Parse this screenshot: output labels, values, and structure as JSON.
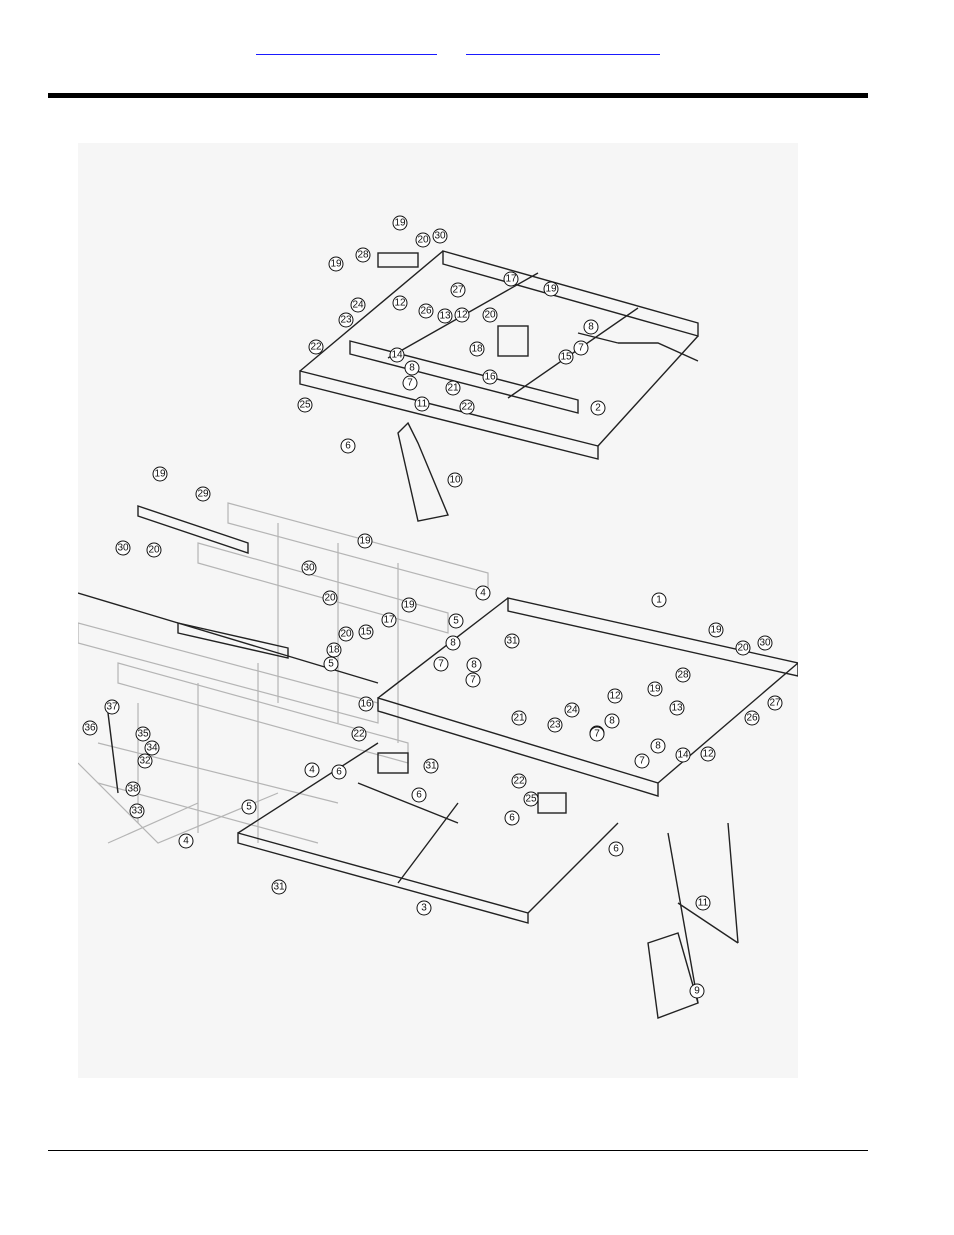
{
  "header": {
    "links": [
      {
        "label": ""
      },
      {
        "label": ""
      }
    ]
  },
  "figure": {
    "callouts_upper": [
      "19",
      "28",
      "20",
      "30",
      "19",
      "27",
      "17",
      "19",
      "26",
      "24",
      "12",
      "13",
      "12",
      "20",
      "8",
      "23",
      "18",
      "7",
      "22",
      "14",
      "15",
      "8",
      "16",
      "21",
      "7",
      "25",
      "22",
      "11",
      "2",
      "6",
      "10"
    ],
    "callouts_lower": [
      "19",
      "29",
      "30",
      "20",
      "19",
      "30",
      "20",
      "4",
      "17",
      "19",
      "1",
      "5",
      "31",
      "20",
      "15",
      "8",
      "18",
      "7",
      "19",
      "30",
      "5",
      "8",
      "7",
      "28",
      "12",
      "19",
      "20",
      "26",
      "27",
      "16",
      "24",
      "21",
      "8",
      "7",
      "23",
      "13",
      "22",
      "31",
      "37",
      "7",
      "8",
      "12",
      "14",
      "36",
      "35",
      "34",
      "4",
      "32",
      "6",
      "22",
      "7",
      "38",
      "33",
      "5",
      "6",
      "25",
      "6",
      "4",
      "6",
      "31",
      "3",
      "11",
      "9"
    ]
  },
  "colors": {
    "link": "#1a1aff",
    "rule": "#000000",
    "line_art": "#222222",
    "ghost_art": "#b5b5b5"
  }
}
